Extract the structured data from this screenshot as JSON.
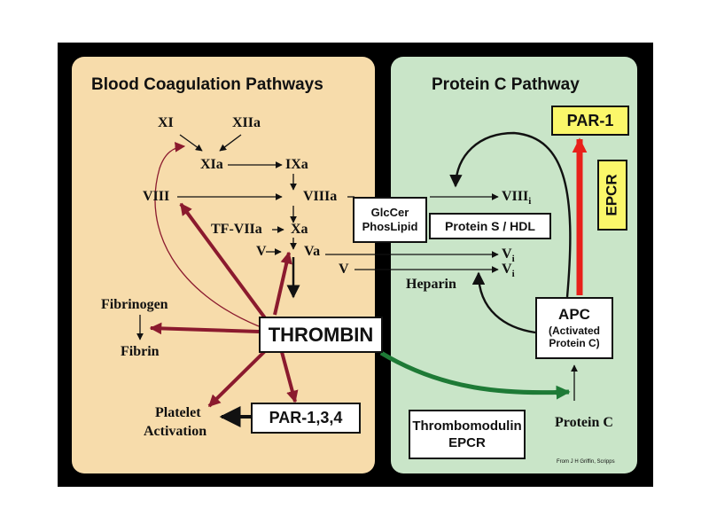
{
  "titles": {
    "left": "Blood Coagulation Pathways",
    "right": "Protein C Pathway"
  },
  "nodes": {
    "xi": "XI",
    "xiia": "XIIa",
    "xia": "XIa",
    "ixa": "IXa",
    "viii": "VIII",
    "viiia": "VIIIa",
    "tf_viia": "TF-VIIa",
    "xa": "Xa",
    "v_left": "V",
    "va": "Va",
    "fibrinogen": "Fibrinogen",
    "fibrin": "Fibrin",
    "platelet_line1": "Platelet",
    "platelet_line2": "Activation",
    "viii_i": "VIII",
    "v_mid": "V",
    "v_i_top": "V",
    "v_i_bottom": "V",
    "inactive_sub": "i",
    "heparin": "Heparin",
    "protein_c": "Protein C"
  },
  "boxes": {
    "thrombin": "THROMBIN",
    "par134": "PAR-1,3,4",
    "glccer_line1": "GlcCer",
    "glccer_line2": "PhosLipid",
    "protein_s_hdl": "Protein S / HDL",
    "apc_title": "APC",
    "apc_line2": "(Activated",
    "apc_line3": "Protein C)",
    "thrombomodulin_line1": "Thrombomodulin",
    "thrombomodulin_line2": "EPCR",
    "par1": "PAR-1",
    "epcr": "EPCR"
  },
  "credit": "From J H Griffin, Scripps",
  "colors": {
    "left_panel": "#f7dcab",
    "right_panel": "#c9e5c8",
    "frame": "#000000",
    "thrombin_arrow": "#8b1a2e",
    "green_arrow": "#1e7a36",
    "red_arrow": "#e8201a",
    "yellow_box": "#fbf76a"
  }
}
